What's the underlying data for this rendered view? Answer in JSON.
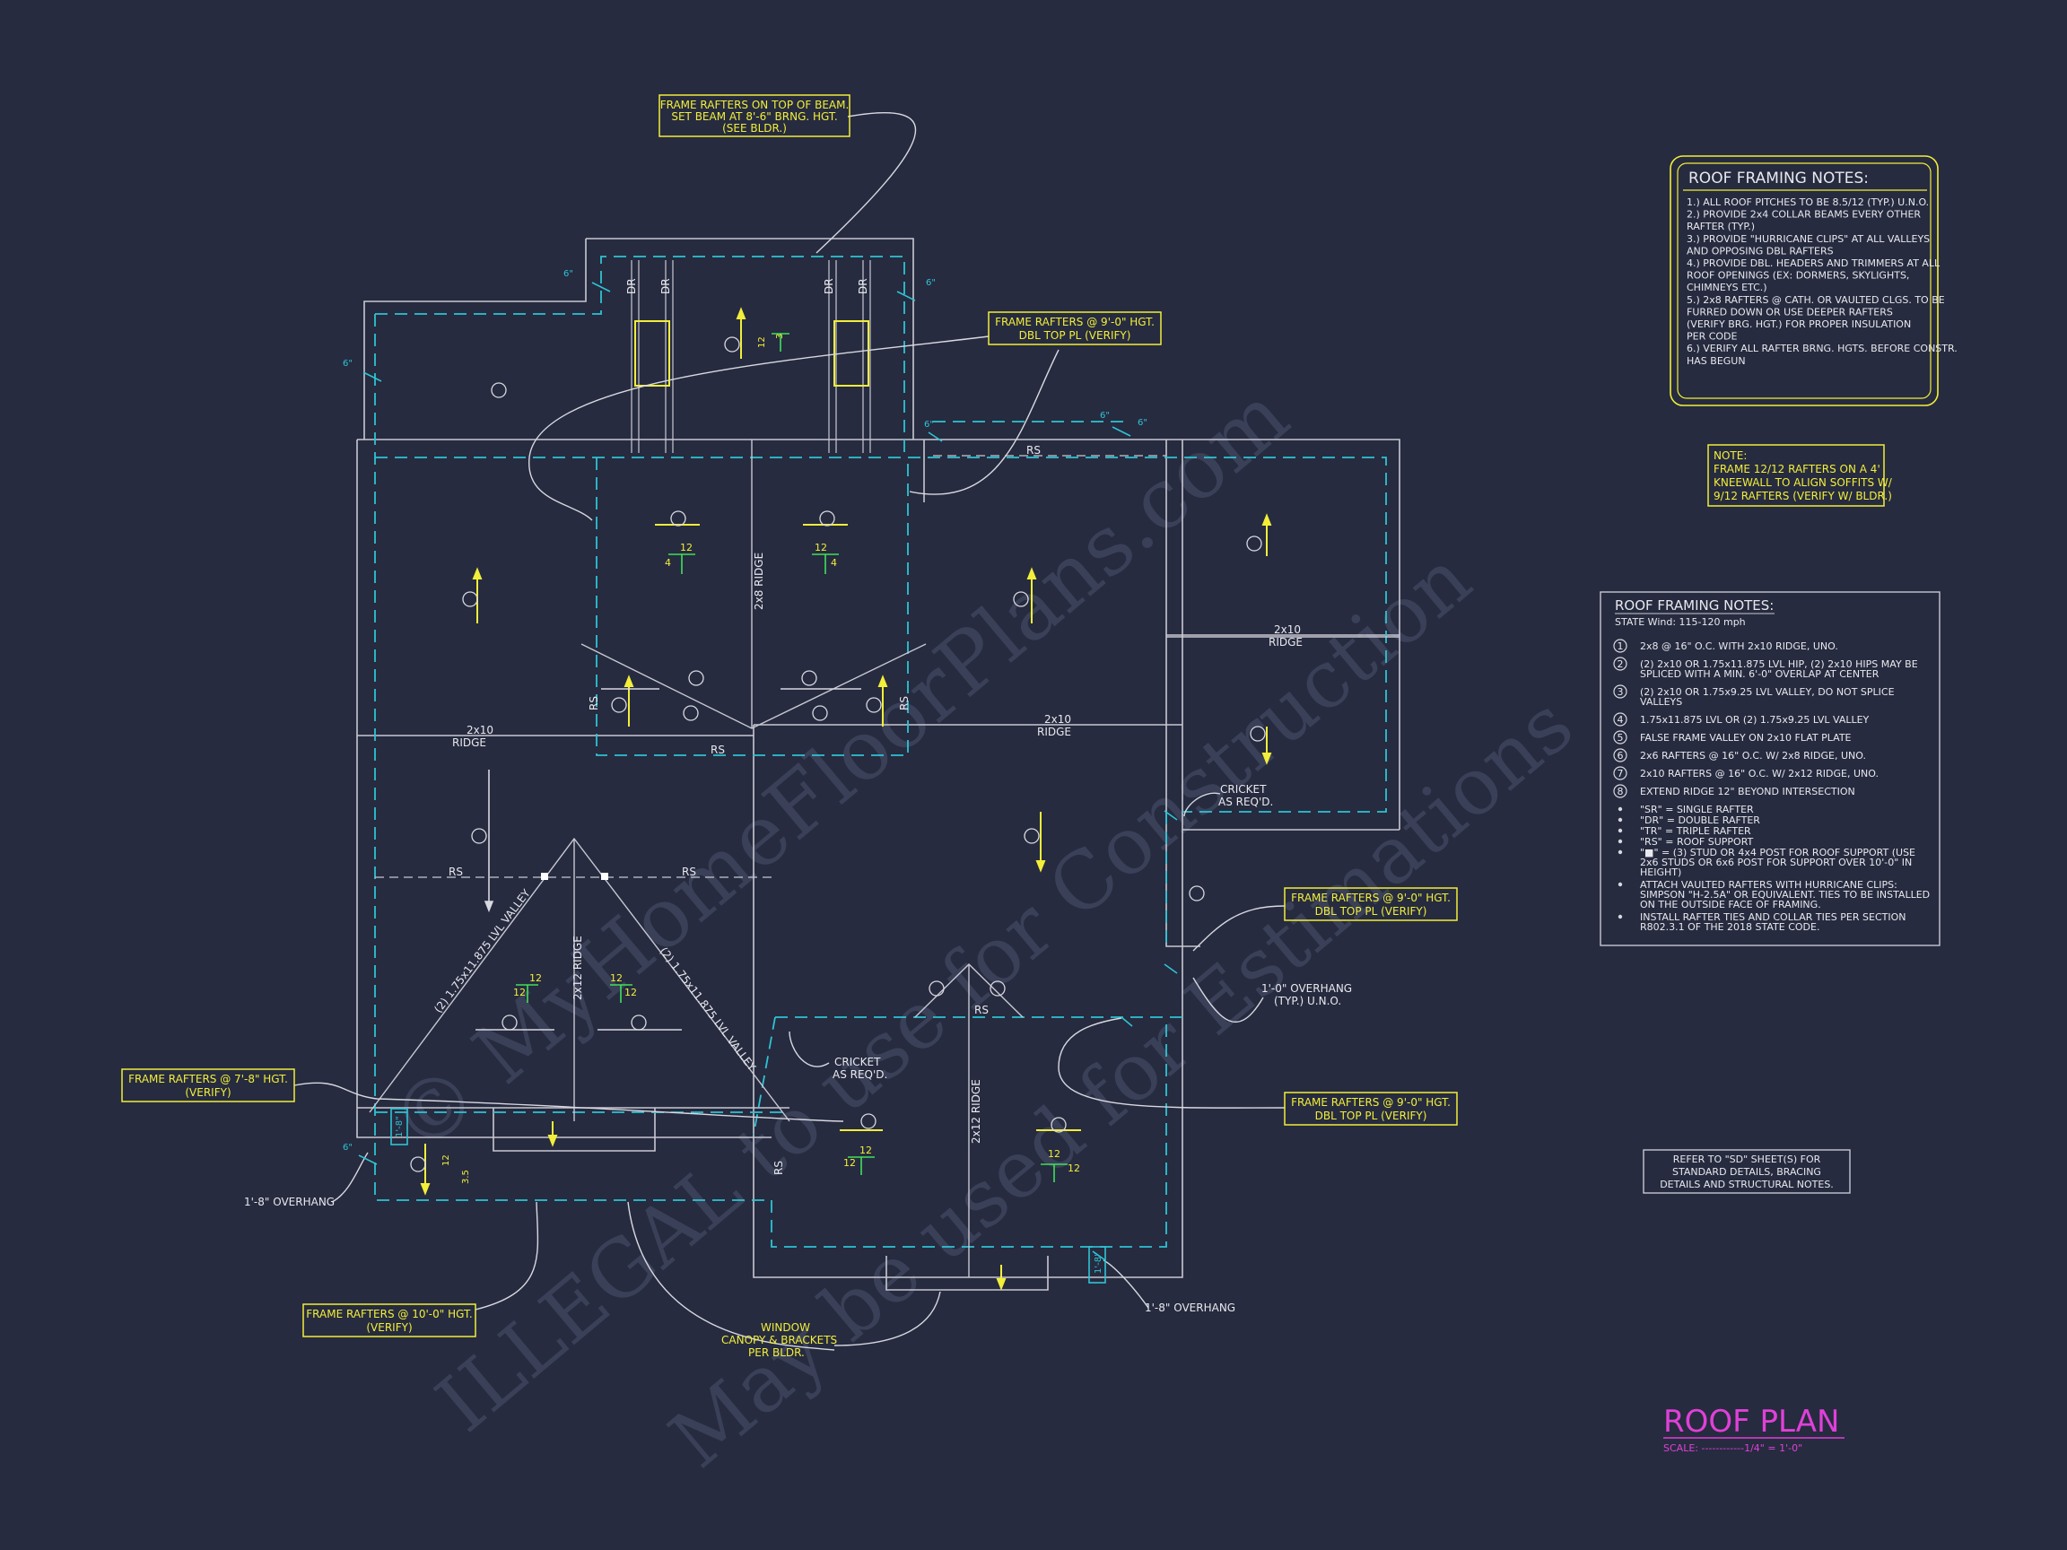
{
  "watermark": {
    "line1": "© MyHomeFloorPlans.com",
    "line2": "ILLEGAL to use for Construction",
    "line3": "May be used for Estimations"
  },
  "callouts": {
    "beam": [
      "FRAME RAFTERS ON TOP OF BEAM.",
      "SET BEAM AT 8'-6\" BRNG. HGT.",
      "(SEE BLDR.)"
    ],
    "dbl_top_1": [
      "FRAME RAFTERS @ 9'-0\" HGT.",
      "DBL TOP PL (VERIFY)"
    ],
    "dbl_top_2": [
      "FRAME RAFTERS @ 9'-0\" HGT.",
      "DBL TOP PL (VERIFY)"
    ],
    "dbl_top_3": [
      "FRAME RAFTERS @ 9'-0\" HGT.",
      "DBL TOP PL (VERIFY)"
    ],
    "hgt_7_8": [
      "FRAME RAFTERS @ 7'-8\" HGT.",
      "(VERIFY)"
    ],
    "hgt_10": [
      "FRAME RAFTERS @ 10'-0\" HGT.",
      "(VERIFY)"
    ],
    "kneewall": [
      "NOTE:",
      "FRAME 12/12 RAFTERS ON A 4'",
      "KNEEWALL TO ALIGN SOFFITS W/",
      "9/12 RAFTERS (VERIFY W/ BLDR.)"
    ]
  },
  "labels": {
    "ridge_2x10_a": [
      "2x10",
      "RIDGE"
    ],
    "ridge_2x10_b": [
      "2x10",
      "RIDGE"
    ],
    "ridge_2x10_c": [
      "2x10",
      "RIDGE"
    ],
    "ridge_2x8": "2x8 RIDGE",
    "ridge_2x12_a": "2x12 RIDGE",
    "ridge_2x12_b": "2x12 RIDGE",
    "valley_a": "(2) 1.75x11.875 LVL VALLEY",
    "valley_b": "(2) 1.75x11.875 LVL VALLEY",
    "cricket_1": [
      "CRICKET",
      "AS REQ'D."
    ],
    "cricket_2": [
      "CRICKET",
      "AS REQ'D."
    ],
    "overhang_typ": [
      "1'-0\" OVERHANG",
      "(TYP.) U.N.O."
    ],
    "overhang_a": "1'-8\" OVERHANG",
    "overhang_b": "1'-8\" OVERHANG",
    "window_canopy": [
      "WINDOW",
      "CANOPY & BRACKETS",
      "PER BLDR."
    ],
    "rs": "RS",
    "dr": "DR",
    "six_in": "6\"",
    "one_eight": "1'-8\"",
    "pitch_12": "12",
    "pitch_4": "4",
    "pitch_3": "3",
    "pitch_35": "3.5"
  },
  "notes1": {
    "title": "ROOF FRAMING NOTES:",
    "lines": [
      "1.) ALL ROOF PITCHES TO BE 8.5/12 (TYP.) U.N.O.",
      "2.) PROVIDE 2x4 COLLAR BEAMS EVERY OTHER",
      "     RAFTER (TYP.)",
      "3.) PROVIDE \"HURRICANE CLIPS\" AT ALL VALLEYS",
      "     AND OPPOSING DBL RAFTERS",
      "4.) PROVIDE DBL. HEADERS AND TRIMMERS AT ALL",
      "     ROOF OPENINGS (EX: DORMERS, SKYLIGHTS,",
      "     CHIMNEYS ETC.)",
      "5.) 2x8 RAFTERS @ CATH. OR VAULTED CLGS. TO BE",
      "     FURRED DOWN OR USE DEEPER RAFTERS",
      "     (VERIFY BRG. HGT.) FOR PROPER INSULATION",
      "     PER CODE",
      "6.) VERIFY ALL RAFTER BRNG. HGTS. BEFORE CONSTR.",
      "     HAS BEGUN"
    ]
  },
  "notes2": {
    "title": "ROOF FRAMING NOTES:",
    "subtitle": "STATE Wind: 115-120 mph",
    "items": [
      {
        "num": "1",
        "text": [
          "2x8 @ 16\" O.C. WITH 2x10 RIDGE, UNO."
        ]
      },
      {
        "num": "2",
        "text": [
          "(2) 2x10 OR 1.75x11.875 LVL HIP, (2) 2x10 HIPS MAY BE",
          "SPLICED WITH A MIN. 6'-0\" OVERLAP AT CENTER"
        ]
      },
      {
        "num": "3",
        "text": [
          "(2) 2x10 OR 1.75x9.25 LVL VALLEY, DO NOT SPLICE",
          "VALLEYS"
        ]
      },
      {
        "num": "4",
        "text": [
          "1.75x11.875 LVL OR (2) 1.75x9.25 LVL VALLEY"
        ]
      },
      {
        "num": "5",
        "text": [
          "FALSE FRAME VALLEY ON 2x10 FLAT PLATE"
        ]
      },
      {
        "num": "6",
        "text": [
          "2x6 RAFTERS @ 16\" O.C. W/ 2x8 RIDGE, UNO."
        ]
      },
      {
        "num": "7",
        "text": [
          "2x10 RAFTERS @ 16\" O.C. W/ 2x12 RIDGE, UNO."
        ]
      },
      {
        "num": "8",
        "text": [
          "EXTEND RIDGE 12\" BEYOND INTERSECTION"
        ]
      }
    ],
    "bullets": [
      [
        "\"SR\" = SINGLE RAFTER"
      ],
      [
        "\"DR\" = DOUBLE RAFTER"
      ],
      [
        "\"TR\" = TRIPLE RAFTER"
      ],
      [
        "\"RS\" = ROOF SUPPORT"
      ],
      [
        "\"■\" = (3) STUD OR 4x4 POST FOR ROOF SUPPORT (USE",
        "2x6 STUDS OR 6x6 POST FOR SUPPORT OVER 10'-0\" IN",
        "HEIGHT)"
      ],
      [
        "ATTACH VAULTED RAFTERS WITH HURRICANE CLIPS:",
        "SIMPSON \"H-2.5A\" OR EQUIVALENT. TIES TO BE INSTALLED",
        "ON THE OUTSIDE FACE OF FRAMING."
      ],
      [
        "INSTALL RAFTER TIES AND COLLAR TIES PER SECTION",
        "R802.3.1 OF THE 2018 STATE CODE."
      ]
    ]
  },
  "refer_note": [
    "REFER TO \"SD\" SHEET(S) FOR",
    "STANDARD DETAILS, BRACING",
    "DETAILS AND STRUCTURAL NOTES."
  ],
  "title": {
    "main": "ROOF PLAN",
    "scale": "SCALE: ------------1/4\" = 1'-0\""
  },
  "colors": {
    "background": "#262b3f",
    "walls": "#c8c8d2",
    "eave": "#2ec4d4",
    "callout": "#f2ee3a",
    "title": "#e040d8"
  }
}
